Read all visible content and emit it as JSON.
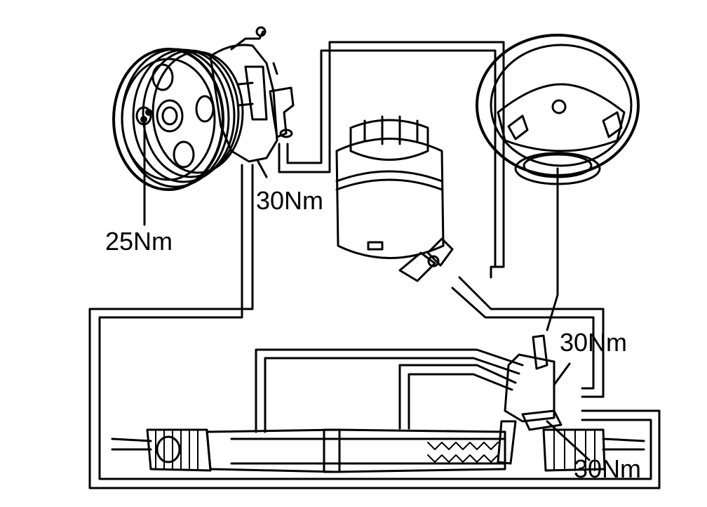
{
  "torque_labels": {
    "pulley": "25Nm",
    "pump_outlet": "30Nm",
    "gear_upper": "30Nm",
    "gear_lower": "30Nm"
  },
  "colors": {
    "ink": "#000000",
    "paper": "#ffffff"
  }
}
